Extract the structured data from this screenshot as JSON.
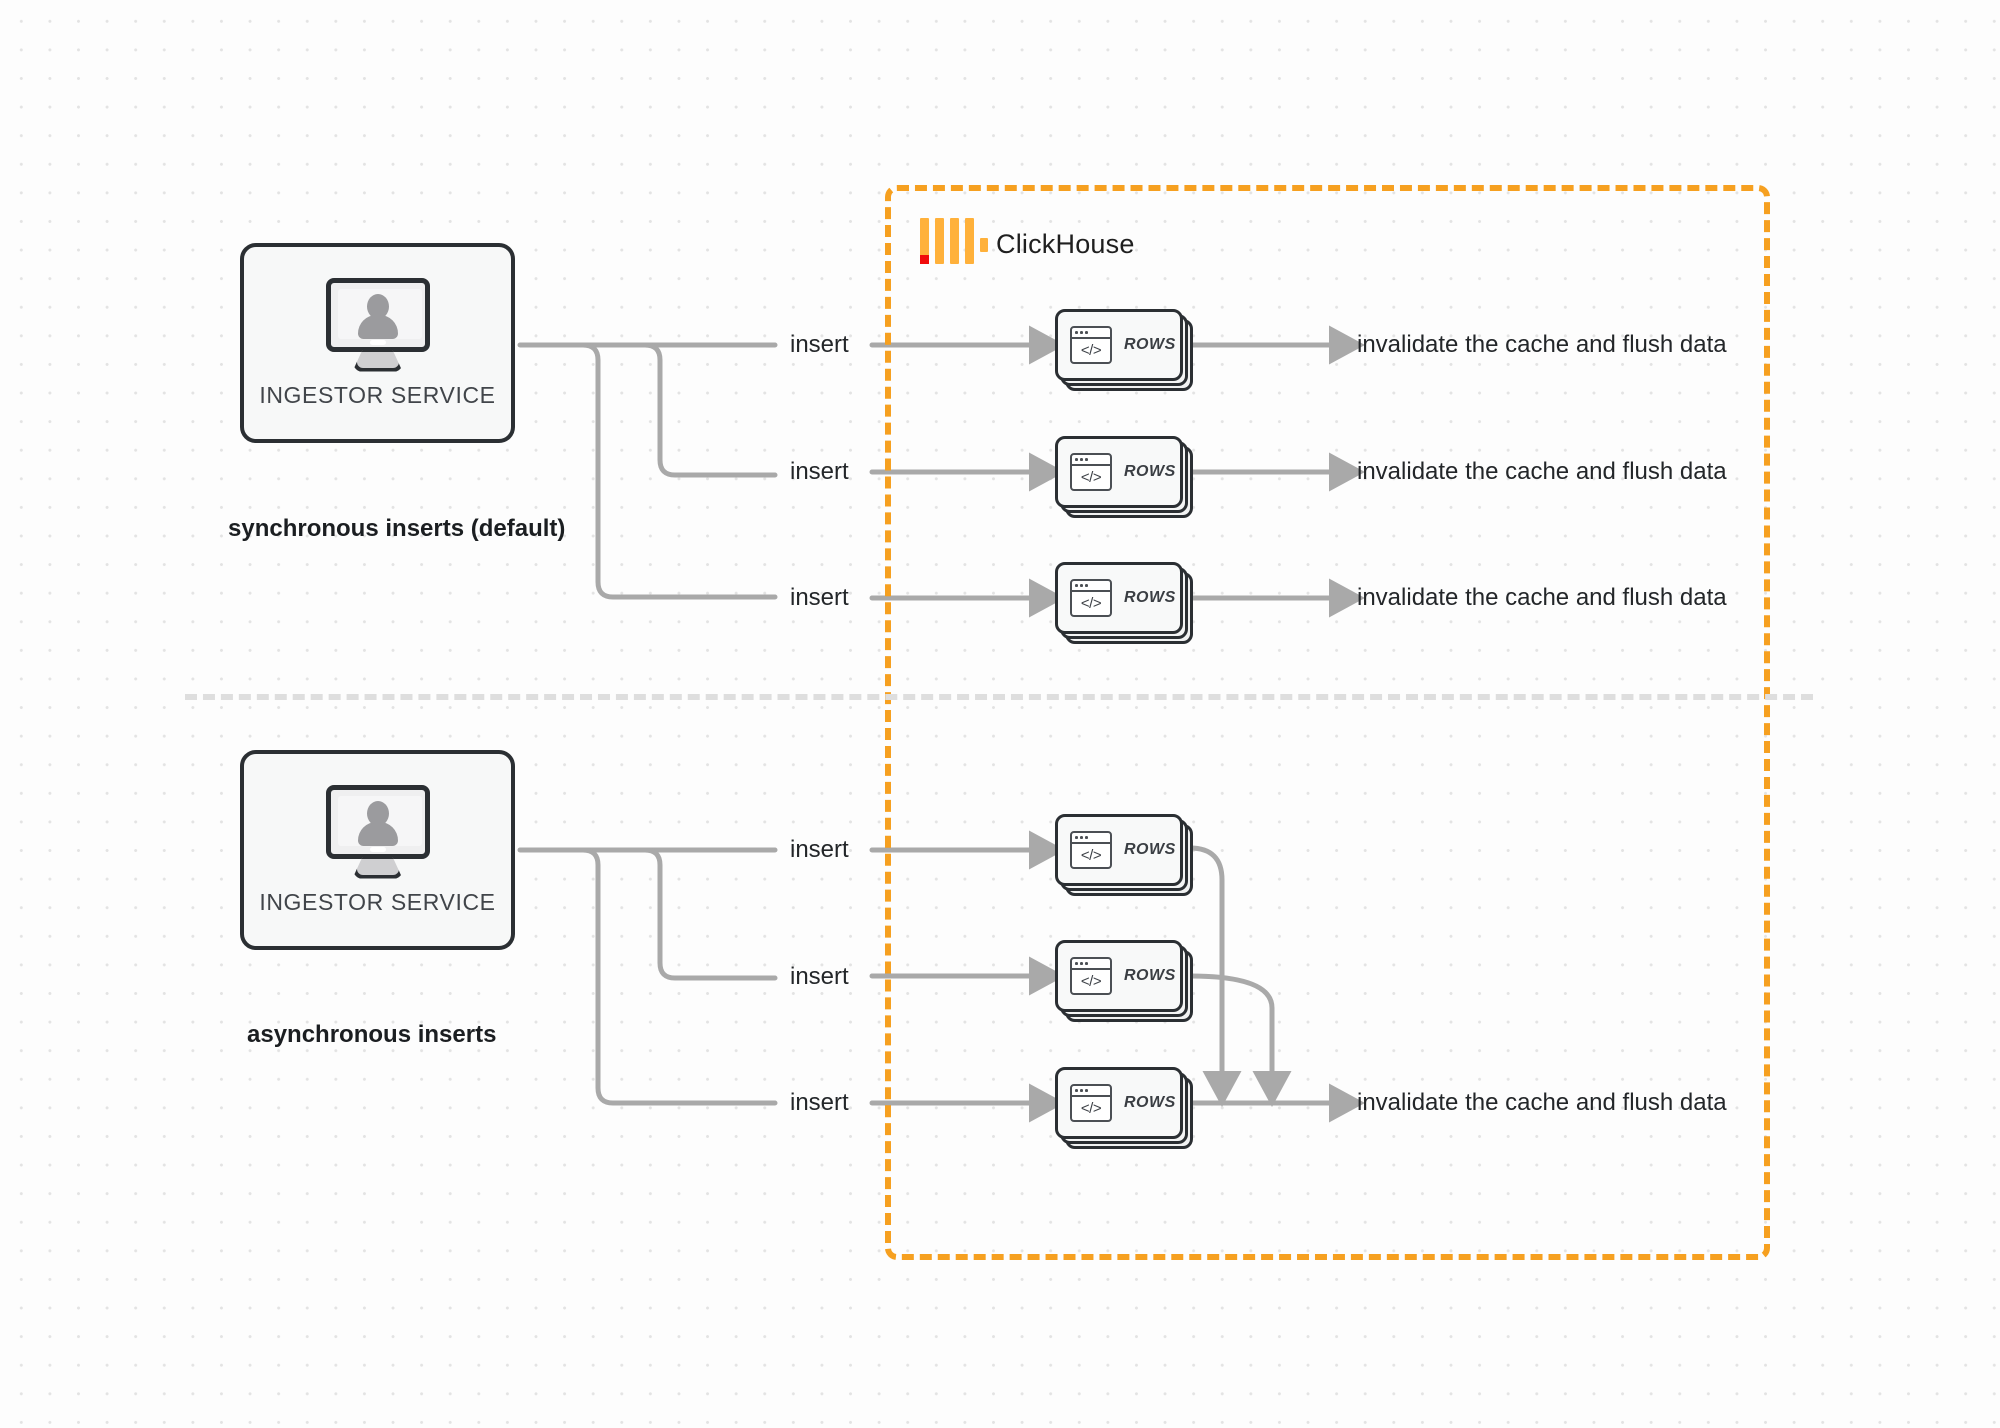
{
  "diagram": {
    "title": "ClickHouse synchronous vs asynchronous inserts",
    "colors": {
      "accent_orange": "#f6a020",
      "logo_orange": "#ffb13b",
      "logo_red": "#f10c0c",
      "wire_gray": "#a9a9a9",
      "node_border": "#2b2f33",
      "divider_gray": "#dedede"
    }
  },
  "clickhouse": {
    "name": "ClickHouse",
    "logo_icon": "clickhouse-logo-icon"
  },
  "sections": [
    {
      "id": "synchronous",
      "label": "synchronous inserts (default)",
      "service": {
        "label": "INGESTOR SERVICE",
        "icon": "monitor-user-icon"
      },
      "flows": [
        {
          "insert_label": "insert",
          "card_label": "ROWS",
          "card_icon": "code-window-icon",
          "result_label": "invalidate the cache and flush data"
        },
        {
          "insert_label": "insert",
          "card_label": "ROWS",
          "card_icon": "code-window-icon",
          "result_label": "invalidate the cache and flush data"
        },
        {
          "insert_label": "insert",
          "card_label": "ROWS",
          "card_icon": "code-window-icon",
          "result_label": "invalidate the cache and flush data"
        }
      ]
    },
    {
      "id": "asynchronous",
      "label": "asynchronous inserts",
      "service": {
        "label": "INGESTOR SERVICE",
        "icon": "monitor-user-icon"
      },
      "flows": [
        {
          "insert_label": "insert",
          "card_label": "ROWS",
          "card_icon": "code-window-icon"
        },
        {
          "insert_label": "insert",
          "card_label": "ROWS",
          "card_icon": "code-window-icon"
        },
        {
          "insert_label": "insert",
          "card_label": "ROWS",
          "card_icon": "code-window-icon"
        }
      ],
      "merged_result_label": "invalidate the cache and flush data"
    }
  ]
}
